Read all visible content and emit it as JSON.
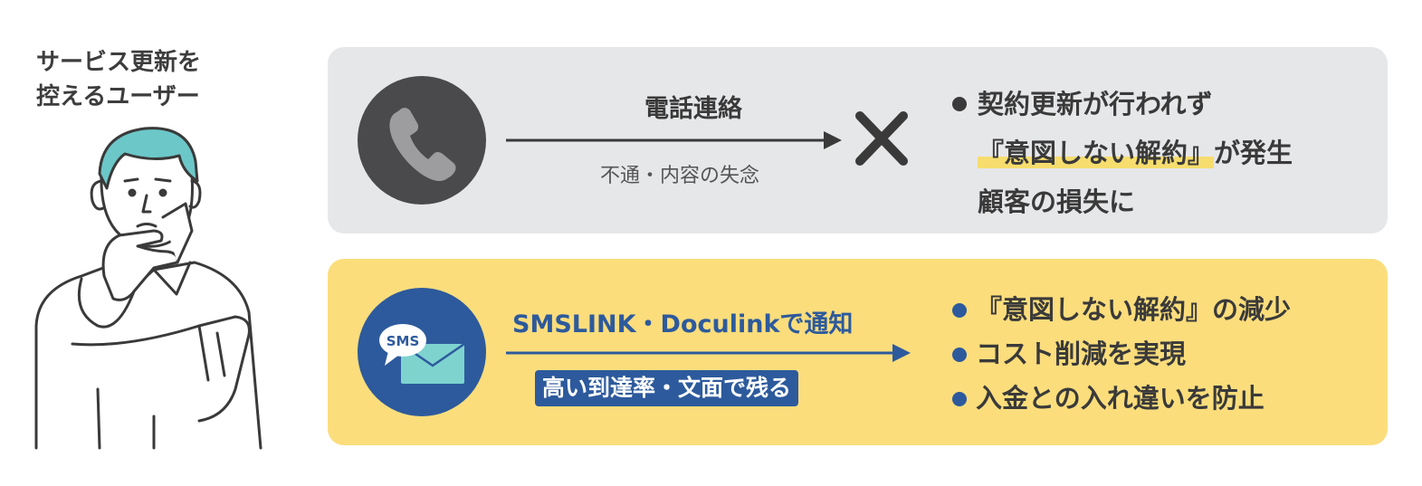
{
  "user": {
    "caption_line1": "サービス更新を",
    "caption_line2": "控えるユーザー"
  },
  "phone_flow": {
    "label": "電話連絡",
    "sublabel": "不通・内容の失念",
    "icon": "phone-icon",
    "result_icon": "cross-icon",
    "results": [
      "契約更新が行われず",
      "『意図しない解約』",
      "が発生",
      "顧客の損失に"
    ]
  },
  "sms_flow": {
    "label": "SMSLINK・Doculinkで通知",
    "badge": "高い到達率・文面で残る",
    "icon_text": "SMS",
    "icon": "sms-envelope-icon",
    "results": [
      "『意図しない解約』の減少",
      "コスト削減を実現",
      "入金との入れ違いを防止"
    ]
  },
  "colors": {
    "gray_panel": "#e6e7e9",
    "yellow_panel": "#fbdd7c",
    "dark": "#4a4a4c",
    "blue": "#2d5a9c",
    "teal_hair": "#6cc7c8",
    "highlight": "#f6dd6e"
  }
}
